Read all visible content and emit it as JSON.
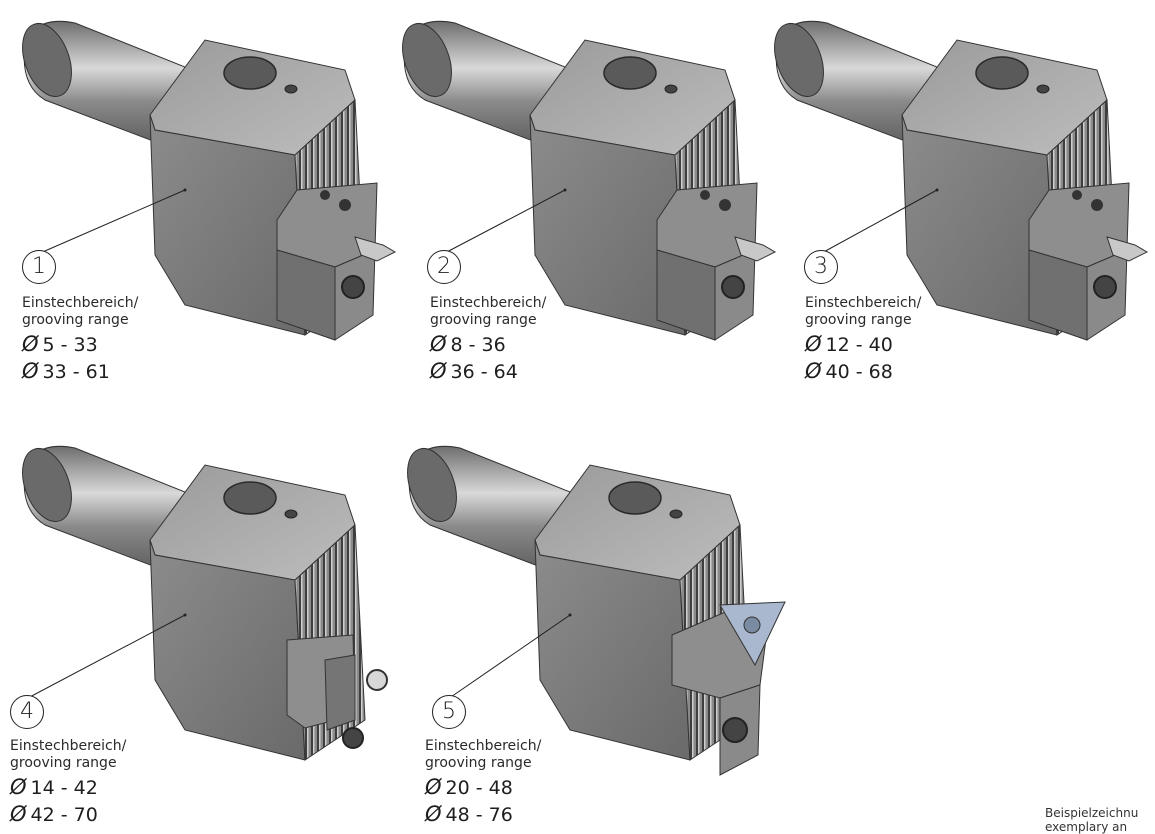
{
  "tools": [
    {
      "number": "1",
      "label_de": "Einstechbereich/",
      "label_en": "grooving range",
      "diameter_symbol": "Ø",
      "range_1": "5 - 33",
      "range_2": "33 - 61",
      "insert": "grooving"
    },
    {
      "number": "2",
      "label_de": "Einstechbereich/",
      "label_en": "grooving range",
      "diameter_symbol": "Ø",
      "range_1": "8 - 36",
      "range_2": "36 - 64",
      "insert": "grooving"
    },
    {
      "number": "3",
      "label_de": "Einstechbereich/",
      "label_en": "grooving range",
      "diameter_symbol": "Ø",
      "range_1": "12 - 40",
      "range_2": "40 - 68",
      "insert": "grooving"
    },
    {
      "number": "4",
      "label_de": "Einstechbereich/",
      "label_en": "grooving range",
      "diameter_symbol": "Ø",
      "range_1": "14 - 42",
      "range_2": "42 - 70",
      "insert": "round"
    },
    {
      "number": "5",
      "label_de": "Einstechbereich/",
      "label_en": "grooving range",
      "diameter_symbol": "Ø",
      "range_1": "20 - 48",
      "range_2": "48 - 76",
      "insert": "triangle"
    }
  ],
  "footer_note": {
    "line1": "Beispielzeichnu",
    "line2": "exemplary an"
  },
  "colors": {
    "steel_light": "#a8a8a8",
    "steel_mid": "#7a7a7a",
    "steel_dark": "#4a4a4a",
    "insert_blue": "#a9b7cf"
  }
}
